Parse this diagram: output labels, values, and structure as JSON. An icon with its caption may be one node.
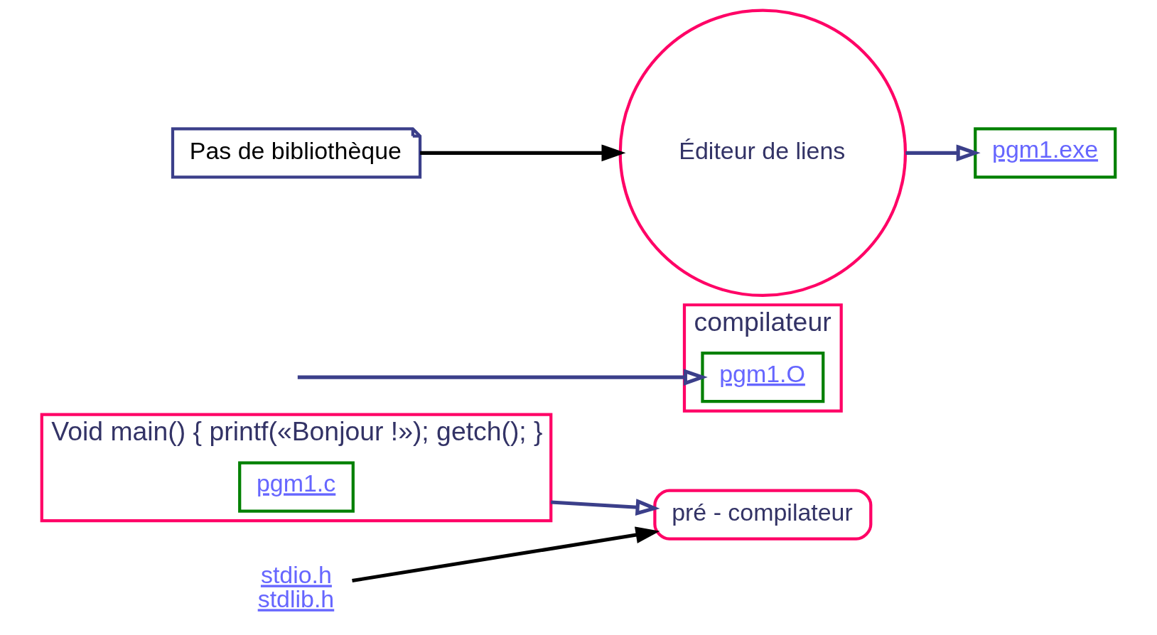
{
  "diagram": {
    "nodes": [
      {
        "text": [
          "Void main() { printf(«Bonjour !»); getch(); }"
        ]
      },
      {
        "text": [
          "pgm1.c"
        ],
        "in": 0
      },
      {
        "text": [
          "pré - compilateur"
        ]
      },
      {
        "text": [
          "compilateur"
        ]
      },
      {
        "text": [
          "pgm1.O"
        ],
        "in": 3
      },
      {
        "text": [
          "Éditeur de liens"
        ]
      },
      {
        "text": [
          "pgm1.exe"
        ]
      },
      {
        "text": [
          "stdio.h",
          "stdlib.h"
        ]
      },
      {
        "text": [
          "Pas de bibliothèque"
        ]
      }
    ],
    "edges": [
      {
        "from": 0,
        "to": 2,
        "arrow": "to"
      },
      {
        "from": 7,
        "to": 2,
        "arrow": "to",
        "color": "#000000"
      },
      {
        "from": null,
        "to": 4,
        "arrow": "to"
      },
      {
        "from": 8,
        "to": 5,
        "arrow": "to",
        "color": "#000000"
      },
      {
        "from": 5,
        "to": 6,
        "arrow": "to"
      }
    ]
  }
}
